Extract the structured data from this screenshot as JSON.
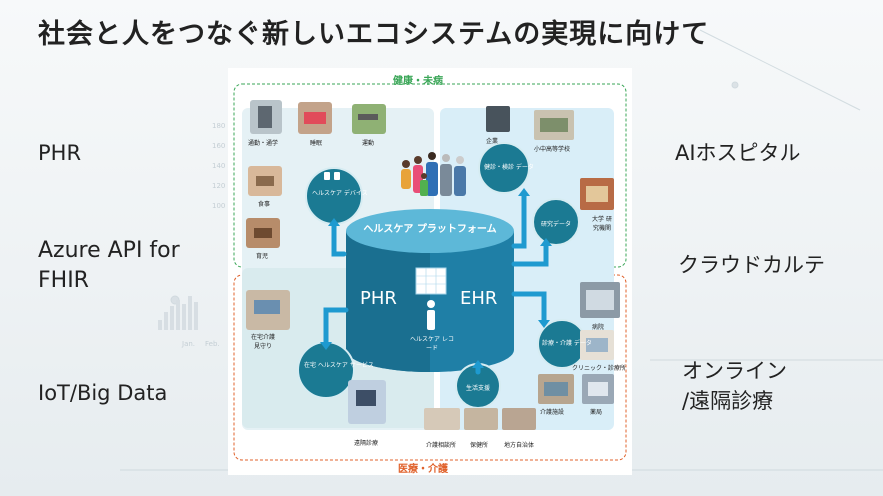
{
  "title": "社会と人をつなぐ新しいエコシステムの実現に向けて",
  "left_items": [
    "PHR",
    "Azure API for FHIR",
    "IoT/Big Data"
  ],
  "right_items": [
    "AIホスピタル",
    "クラウドカルテ",
    "オンライン /遠隔診療"
  ],
  "diagram": {
    "top_label": "健康・未病",
    "bottom_label": "医療・介護",
    "platform": "ヘルスケア プラットフォーム",
    "phr": "PHR",
    "ehr": "EHR",
    "record": "ヘルスケア レコード",
    "circles": {
      "device": "ヘルスケア デバイス",
      "exam": "健診・検診 データ",
      "research": "研究データ",
      "care_data": "診療・介護 データ",
      "home_service": "在宅 ヘルスケア サービス",
      "life_support": "生活支援"
    },
    "scene_labels": {
      "commute": "通勤・通学",
      "sleep": "睡眠",
      "exercise": "運動",
      "meal": "食事",
      "sleep2": "育児",
      "company": "企業",
      "school": "小中高等学校",
      "university": "大学 研究機関",
      "watch": "在宅介護 見守り",
      "hospital": "病院",
      "clinic": "クリニック・診療所",
      "care_facility": "介護施設",
      "pharmacy": "薬局",
      "remote": "遠隔診療",
      "care_office": "介護相談所",
      "health_center": "保健所",
      "local_gov": "地方自治体"
    }
  },
  "colors": {
    "green": "#3aa657",
    "orange": "#e0612b",
    "teal": "#1b7a93",
    "cyan": "#2a96c8"
  }
}
